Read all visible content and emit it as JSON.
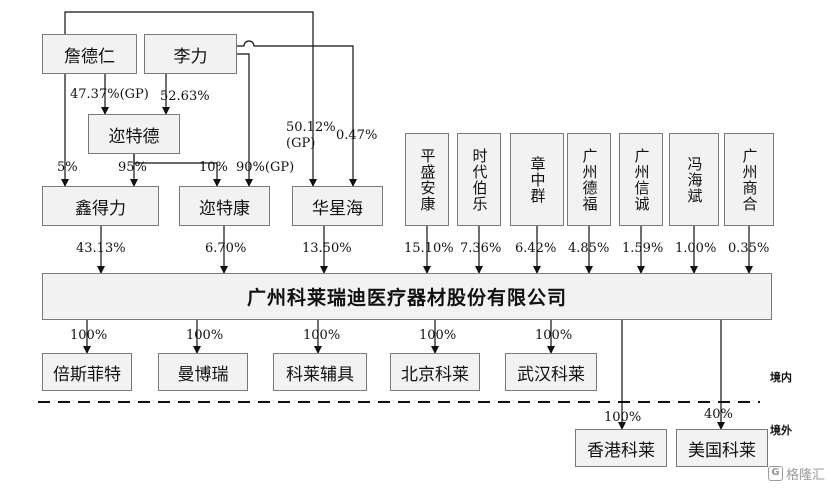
{
  "diagram": {
    "nodes": {
      "can_deren": "詹德仁",
      "li_li": "李力",
      "xun_tede": "迩特德",
      "xin_deli": "鑫得力",
      "xun_tekang": "迩特康",
      "hua_xinghai": "华星海",
      "ping_sheng_an_kang": "平盛安康",
      "shi_dai_bo_le": "时代伯乐",
      "zhang_zhong_qun": "章中群",
      "gz_defu": "广州德福",
      "gz_xincheng": "广州信诚",
      "feng_haibin": "冯海斌",
      "gz_shanghe": "广州商合",
      "company": "广州科莱瑞迪医疗器材股份有限公司",
      "beisifeite": "倍斯菲特",
      "manborui": "曼博瑞",
      "kelai_fuju": "科莱辅具",
      "beijing_kelai": "北京科莱",
      "wuhan_kelai": "武汉科莱",
      "hk_kelai": "香港科莱",
      "us_kelai": "美国科莱"
    },
    "edges": {
      "can_to_xtd": "47.37%(GP)",
      "li_to_xtd": "52.63%",
      "can_to_xdl": "5%",
      "xtd_to_xdl": "95%",
      "xtd_to_xtk": "10%",
      "li_to_xtk": "90%(GP)",
      "can_to_hxh": "50.12%",
      "can_to_hxh_gp": "(GP)",
      "li_to_hxh": "0.47%",
      "xdl_to_co": "43.13%",
      "xtk_to_co": "6.70%",
      "hxh_to_co": "13.50%",
      "psak_to_co": "15.10%",
      "sdbl_to_co": "7.36%",
      "zzq_to_co": "6.42%",
      "gzdf_to_co": "4.85%",
      "gzxc_to_co": "1.59%",
      "fhb_to_co": "1.00%",
      "gzsh_to_co": "0.35%",
      "co_to_bsft": "100%",
      "co_to_mbr": "100%",
      "co_to_klfj": "100%",
      "co_to_bjkl": "100%",
      "co_to_whkl": "100%",
      "co_to_hkkl": "100%",
      "co_to_uskl": "40%"
    },
    "regions": {
      "domestic": "境内",
      "overseas": "境外"
    },
    "watermark": "格隆汇"
  }
}
